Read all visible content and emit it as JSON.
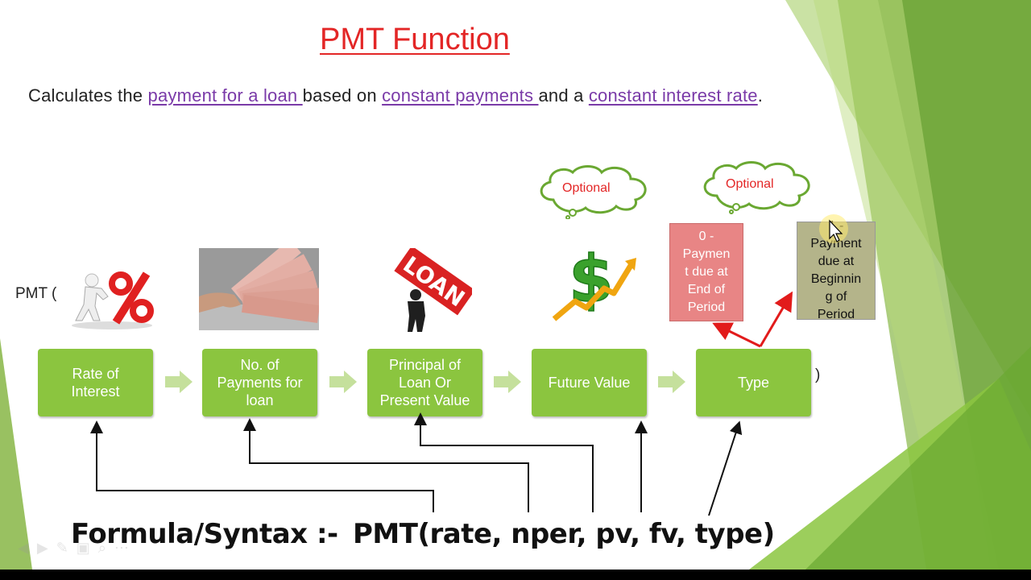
{
  "slide": {
    "title": "PMT Function",
    "subtitle": {
      "p1": "Calculates the ",
      "h1": "payment for a loan ",
      "p2": "based on ",
      "h2": "constant payments ",
      "p3": "and a ",
      "h3": "constant interest rate",
      "p4": "."
    },
    "pmt_open": "PMT (",
    "pmt_close": ")",
    "boxes": [
      {
        "label_1": "Rate of",
        "label_2": "Interest"
      },
      {
        "label_1": "No. of",
        "label_2": "Payments for",
        "label_3": "loan"
      },
      {
        "label_1": "Principal of",
        "label_2": "Loan Or",
        "label_3": "Present Value"
      },
      {
        "label_1": "Future Value"
      },
      {
        "label_1": "Type"
      }
    ],
    "optional_label": "Optional",
    "loan_sign_text": "LOAN",
    "type_note_end": {
      "l1": "0 -",
      "l2": "Paymen",
      "l3": "t due at",
      "l4": "End of",
      "l5": "Period"
    },
    "type_note_begin": {
      "l1": "1 -",
      "l2": "Payment",
      "l3": "due at",
      "l4": "Beginnin",
      "l5": "g of",
      "l6": "Period"
    },
    "formula_label": "Formula/Syntax :-",
    "formula_syntax": "PMT(rate, nper, pv, fv, type)"
  },
  "colors": {
    "title": "#e32626",
    "box_green": "#8bc53f",
    "hyperlink_purple": "#7a3aa8",
    "note_end": "#e88585",
    "note_begin": "#b4b48a",
    "deco_green": "#7fb23a"
  },
  "icons": [
    "percent-icon",
    "money-icon",
    "loan-sign-icon",
    "dollar-growth-icon",
    "cloud-icon",
    "cursor-icon",
    "arrow-icon"
  ]
}
